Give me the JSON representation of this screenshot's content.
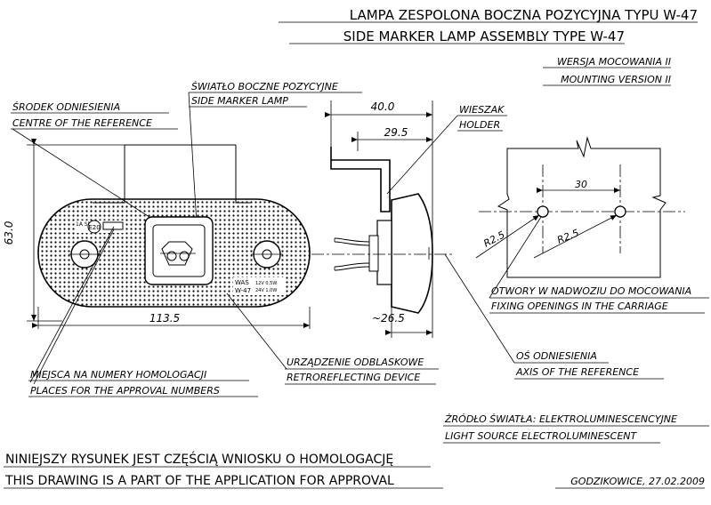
{
  "title": {
    "pl": "LAMPA ZESPOLONA BOCZNA POZYCYJNA TYPU W-47",
    "en": "SIDE MARKER LAMP ASSEMBLY TYPE W-47"
  },
  "mounting_version": {
    "pl": "WERSJA MOCOWANIA II",
    "en": "MOUNTING VERSION II"
  },
  "labels": {
    "side_marker": {
      "pl": "ŚWIATŁO BOCZNE POZYCYJNE",
      "en": "SIDE MARKER LAMP"
    },
    "reference_centre": {
      "pl": "ŚRODEK ODNIESIENIA",
      "en": "CENTRE OF THE REFERENCE"
    },
    "holder": {
      "pl": "WIESZAK",
      "en": "HOLDER"
    },
    "approval_places": {
      "pl": "MIEJSCA NA NUMERY HOMOLOGACJI",
      "en": "PLACES FOR THE APPROVAL NUMBERS"
    },
    "retroreflector": {
      "pl": "URZĄDZENIE ODBLASKOWE",
      "en": "RETROREFLECTING DEVICE"
    },
    "fixing_openings": {
      "pl": "OTWORY W NADWOZIU DO MOCOWANIA",
      "en": "FIXING OPENINGS IN THE CARRIAGE"
    },
    "reference_axis": {
      "pl": "OŚ ODNIESIENIA",
      "en": "AXIS OF THE REFERENCE"
    },
    "light_source": {
      "pl": "ŹRÓDŁO ŚWIATŁA: ELEKTROLUMINESCENCYJNE",
      "en": "LIGHT SOURCE ELECTROLUMINESCENT"
    }
  },
  "dimensions": {
    "width": "113.5",
    "height": "63.0",
    "holder_total": "40.0",
    "holder_inner": "29.5",
    "depth": "~26.5",
    "hole_spacing": "30",
    "radius_left": "R2.5",
    "radius_right": "R2.5"
  },
  "lamp_markings": {
    "approval_code": "E20",
    "approval_prefix": "1A SM1",
    "brand": "WAŚ",
    "model": "W-47",
    "voltage_12": "12V 0,5W",
    "voltage_24": "24V 1,0W"
  },
  "footer": {
    "pl": "NINIEJSZY RYSUNEK JEST CZĘŚCIĄ WNIOSKU O HOMOLOGACJĘ",
    "en": "THIS DRAWING IS A PART OF THE APPLICATION FOR APPROVAL",
    "place_date": "GODZIKOWICE, 27.02.2009"
  }
}
